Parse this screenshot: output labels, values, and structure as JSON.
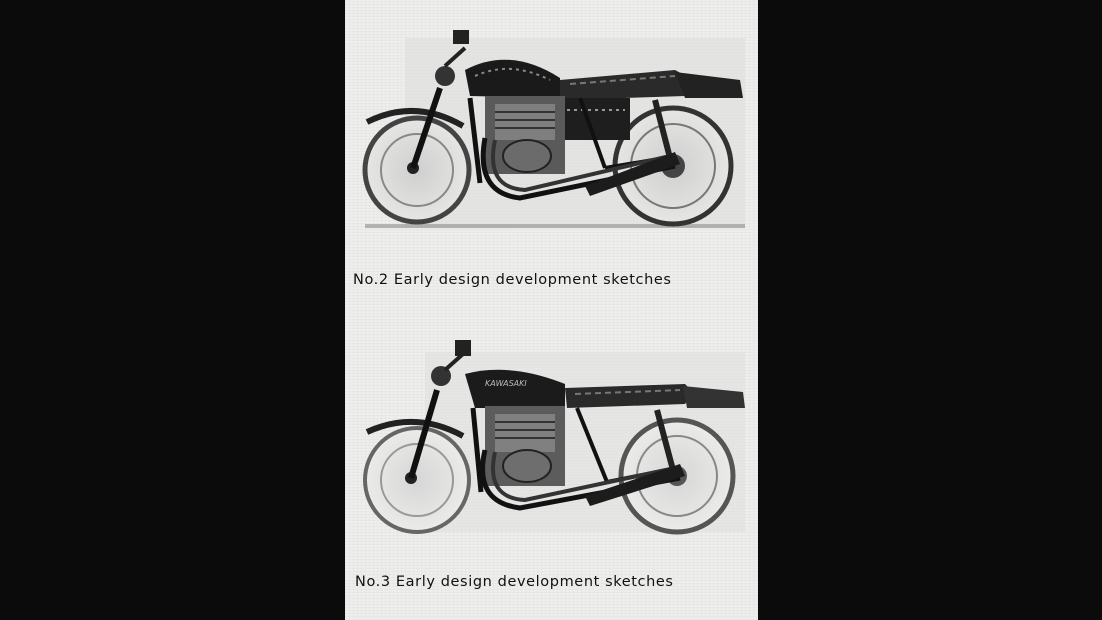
{
  "captions": {
    "sketch_1": "No.2  Early design development sketches",
    "sketch_2": "No.3  Early design development sketches"
  },
  "sketch_2_tank_lettering": "KAWASAKI",
  "colors": {
    "background": "#0b0b0b",
    "paper": "#eeeeec",
    "ink": "#111111"
  }
}
